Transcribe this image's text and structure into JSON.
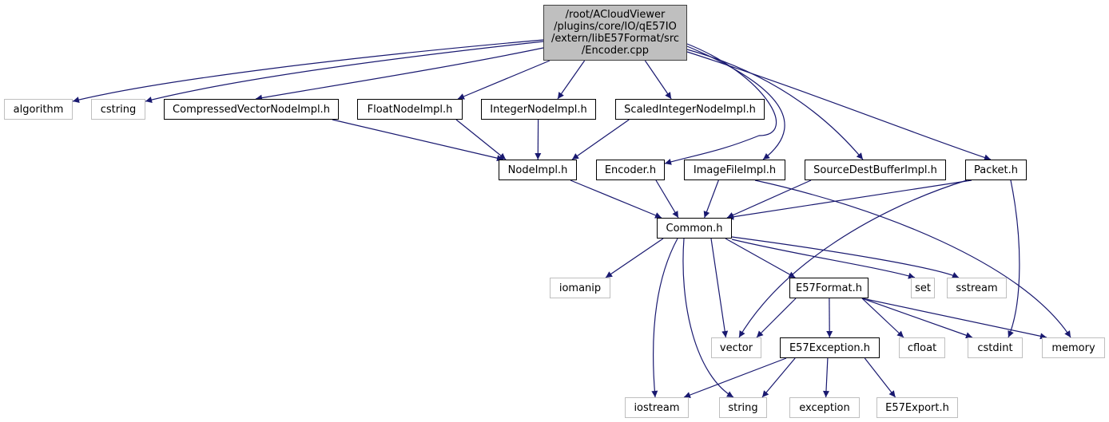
{
  "colors": {
    "edge": "#191970",
    "root_fill": "#bfbfbf",
    "external_border": "#bfbfbf",
    "internal_border": "#000000"
  },
  "nodes": {
    "root": {
      "label": "/root/ACloudViewer\n/plugins/core/IO/qE57IO\n/extern/libE57Format/src\n/Encoder.cpp",
      "kind": "root"
    },
    "algorithm": {
      "label": "algorithm",
      "kind": "external"
    },
    "cstring": {
      "label": "cstring",
      "kind": "external"
    },
    "compressed": {
      "label": "CompressedVectorNodeImpl.h",
      "kind": "internal"
    },
    "float": {
      "label": "FloatNodeImpl.h",
      "kind": "internal"
    },
    "integer": {
      "label": "IntegerNodeImpl.h",
      "kind": "internal"
    },
    "scaled": {
      "label": "ScaledIntegerNodeImpl.h",
      "kind": "internal"
    },
    "nodeimpl": {
      "label": "NodeImpl.h",
      "kind": "internal"
    },
    "encoder": {
      "label": "Encoder.h",
      "kind": "internal"
    },
    "imagefile": {
      "label": "ImageFileImpl.h",
      "kind": "internal"
    },
    "sourcedest": {
      "label": "SourceDestBufferImpl.h",
      "kind": "internal"
    },
    "packet": {
      "label": "Packet.h",
      "kind": "internal"
    },
    "common": {
      "label": "Common.h",
      "kind": "internal"
    },
    "iomanip": {
      "label": "iomanip",
      "kind": "external"
    },
    "e57format": {
      "label": "E57Format.h",
      "kind": "internal"
    },
    "set": {
      "label": "set",
      "kind": "external"
    },
    "sstream": {
      "label": "sstream",
      "kind": "external"
    },
    "vector": {
      "label": "vector",
      "kind": "external"
    },
    "e57exception": {
      "label": "E57Exception.h",
      "kind": "internal"
    },
    "cfloat": {
      "label": "cfloat",
      "kind": "external"
    },
    "cstdint": {
      "label": "cstdint",
      "kind": "external"
    },
    "memory": {
      "label": "memory",
      "kind": "external"
    },
    "iostream": {
      "label": "iostream",
      "kind": "external"
    },
    "string": {
      "label": "string",
      "kind": "external"
    },
    "exception": {
      "label": "exception",
      "kind": "external"
    },
    "e57export": {
      "label": "E57Export.h",
      "kind": "external"
    }
  },
  "edges": [
    [
      "root",
      "algorithm"
    ],
    [
      "root",
      "cstring"
    ],
    [
      "root",
      "compressed"
    ],
    [
      "root",
      "float"
    ],
    [
      "root",
      "integer"
    ],
    [
      "root",
      "scaled"
    ],
    [
      "root",
      "encoder"
    ],
    [
      "root",
      "imagefile"
    ],
    [
      "root",
      "sourcedest"
    ],
    [
      "root",
      "packet"
    ],
    [
      "compressed",
      "nodeimpl"
    ],
    [
      "float",
      "nodeimpl"
    ],
    [
      "integer",
      "nodeimpl"
    ],
    [
      "scaled",
      "nodeimpl"
    ],
    [
      "nodeimpl",
      "common"
    ],
    [
      "encoder",
      "common"
    ],
    [
      "imagefile",
      "common"
    ],
    [
      "sourcedest",
      "common"
    ],
    [
      "packet",
      "common"
    ],
    [
      "imagefile",
      "memory"
    ],
    [
      "packet",
      "vector"
    ],
    [
      "packet",
      "cstdint"
    ],
    [
      "common",
      "iomanip"
    ],
    [
      "common",
      "e57format"
    ],
    [
      "common",
      "set"
    ],
    [
      "common",
      "sstream"
    ],
    [
      "common",
      "vector"
    ],
    [
      "common",
      "iostream"
    ],
    [
      "common",
      "string"
    ],
    [
      "e57format",
      "vector"
    ],
    [
      "e57format",
      "e57exception"
    ],
    [
      "e57format",
      "cfloat"
    ],
    [
      "e57format",
      "cstdint"
    ],
    [
      "e57format",
      "memory"
    ],
    [
      "e57exception",
      "iostream"
    ],
    [
      "e57exception",
      "string"
    ],
    [
      "e57exception",
      "exception"
    ],
    [
      "e57exception",
      "e57export"
    ]
  ]
}
